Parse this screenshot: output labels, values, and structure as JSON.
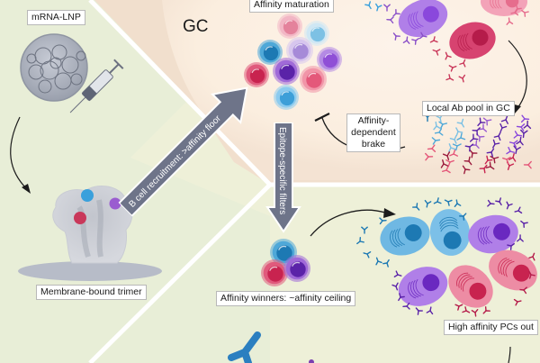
{
  "figure": {
    "regions": {
      "germinal_center": {
        "title": "GC"
      },
      "vaccine": {},
      "output": {}
    },
    "labels": {
      "mrna_lnp": "mRNA-LNP",
      "membrane_trimer": "Membrane-bound trimer",
      "affinity_maturation": "Affinity maturation",
      "local_ab_pool": "Local Ab pool in GC",
      "affinity_brake": "Affinity-dependent brake",
      "affinity_winners": "Affinity winners: ~affinity ceiling",
      "high_affinity_pcs": "High affinity PCs out"
    },
    "arrows": {
      "b_cell_recruitment": "B cell recruitment: >affinity floor",
      "epitope_filters": "Epitope-specific filters"
    },
    "colors": {
      "gc_background": "#fcefe2",
      "vaccine_background": "#e9eed8",
      "output_background": "#eff0d6",
      "arrow_fill": "#6e7489",
      "blue_cell": "#4fa8d8",
      "dark_blue": "#1d79b3",
      "purple_cell": "#a06ad8",
      "dark_purple": "#5a23a8",
      "pink_cell": "#e98aa3",
      "crimson_cell": "#c8234f",
      "epitope_blue": "#3aa0dc",
      "epitope_purple": "#9a5cd0",
      "epitope_red": "#c9385a"
    }
  }
}
